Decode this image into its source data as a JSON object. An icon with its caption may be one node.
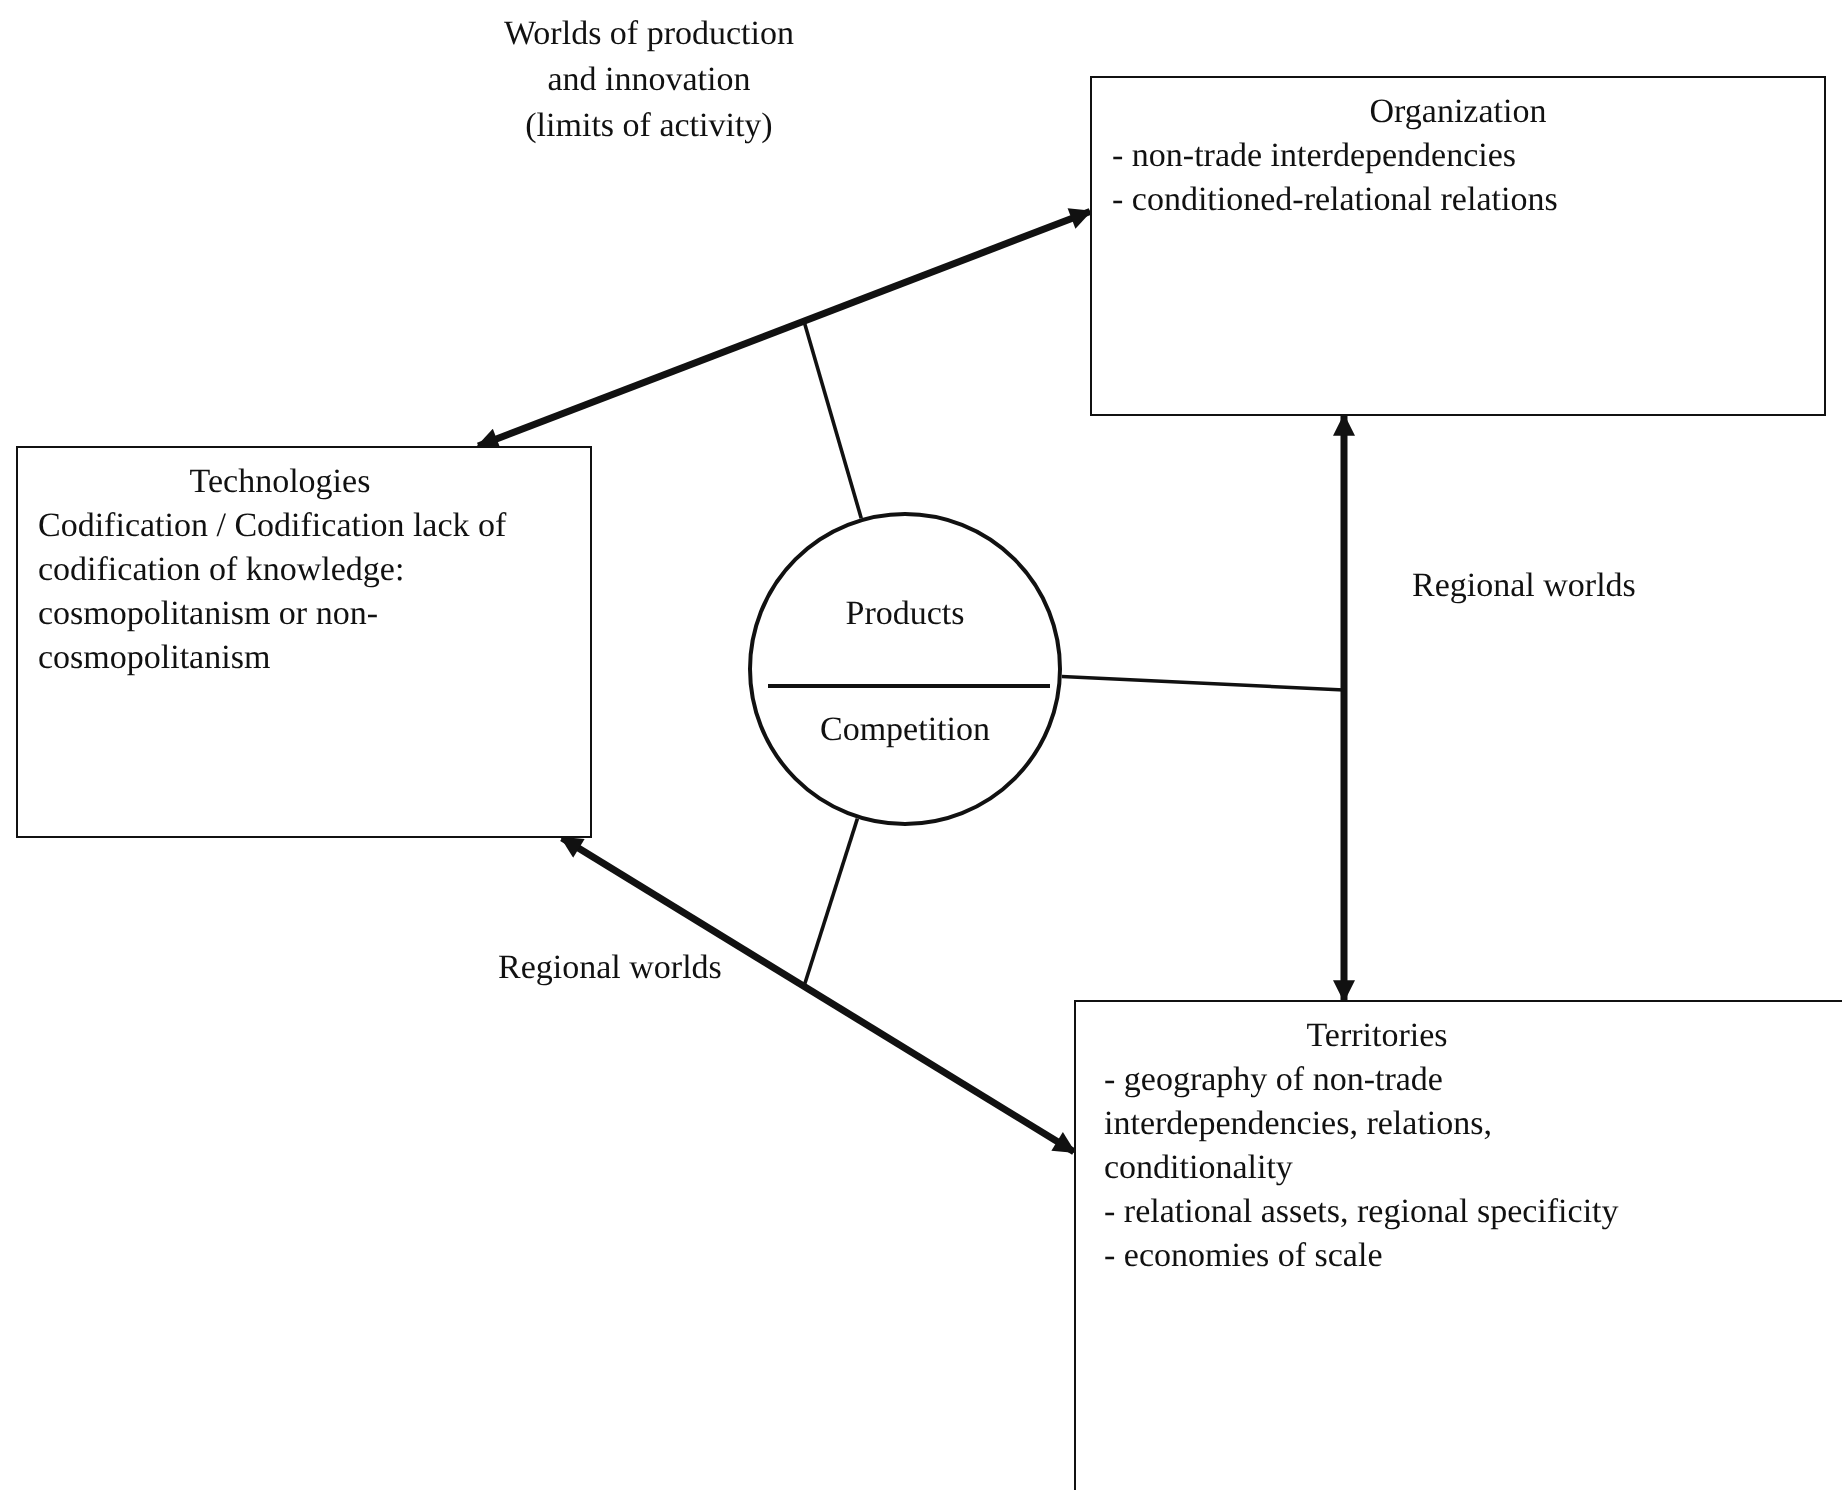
{
  "diagram": {
    "nodes": [
      {
        "text": [
          "Organization",
          "- non-trade interdependencies",
          "- conditioned-relational relations"
        ]
      },
      {
        "text": [
          "Technologies",
          "Codification / Codification lack of codification of knowledge: cosmopolitanism or non-cosmopolitanism"
        ]
      },
      {
        "text": [
          "Products",
          "Competition"
        ]
      },
      {
        "text": [
          "Territories",
          "- geography of non-trade interdependencies, relations, conditionality",
          "- relational assets, regional specificity",
          "- economies of scale"
        ]
      }
    ],
    "edges": [
      {
        "from": 1,
        "to": 0,
        "arrow": "both",
        "style": "thick"
      },
      {
        "from": 2,
        "to": null,
        "arrow": "none"
      },
      {
        "from": 0,
        "to": 3,
        "arrow": "both",
        "style": "thick",
        "label": "Regional worlds"
      },
      {
        "from": 2,
        "to": null,
        "arrow": "none"
      },
      {
        "from": 1,
        "to": 3,
        "arrow": "both",
        "style": "thick",
        "label": "Regional worlds"
      },
      {
        "from": 2,
        "to": null,
        "arrow": "none"
      }
    ],
    "labels": [
      "Worlds of production and innovation (limits of activity)"
    ]
  }
}
